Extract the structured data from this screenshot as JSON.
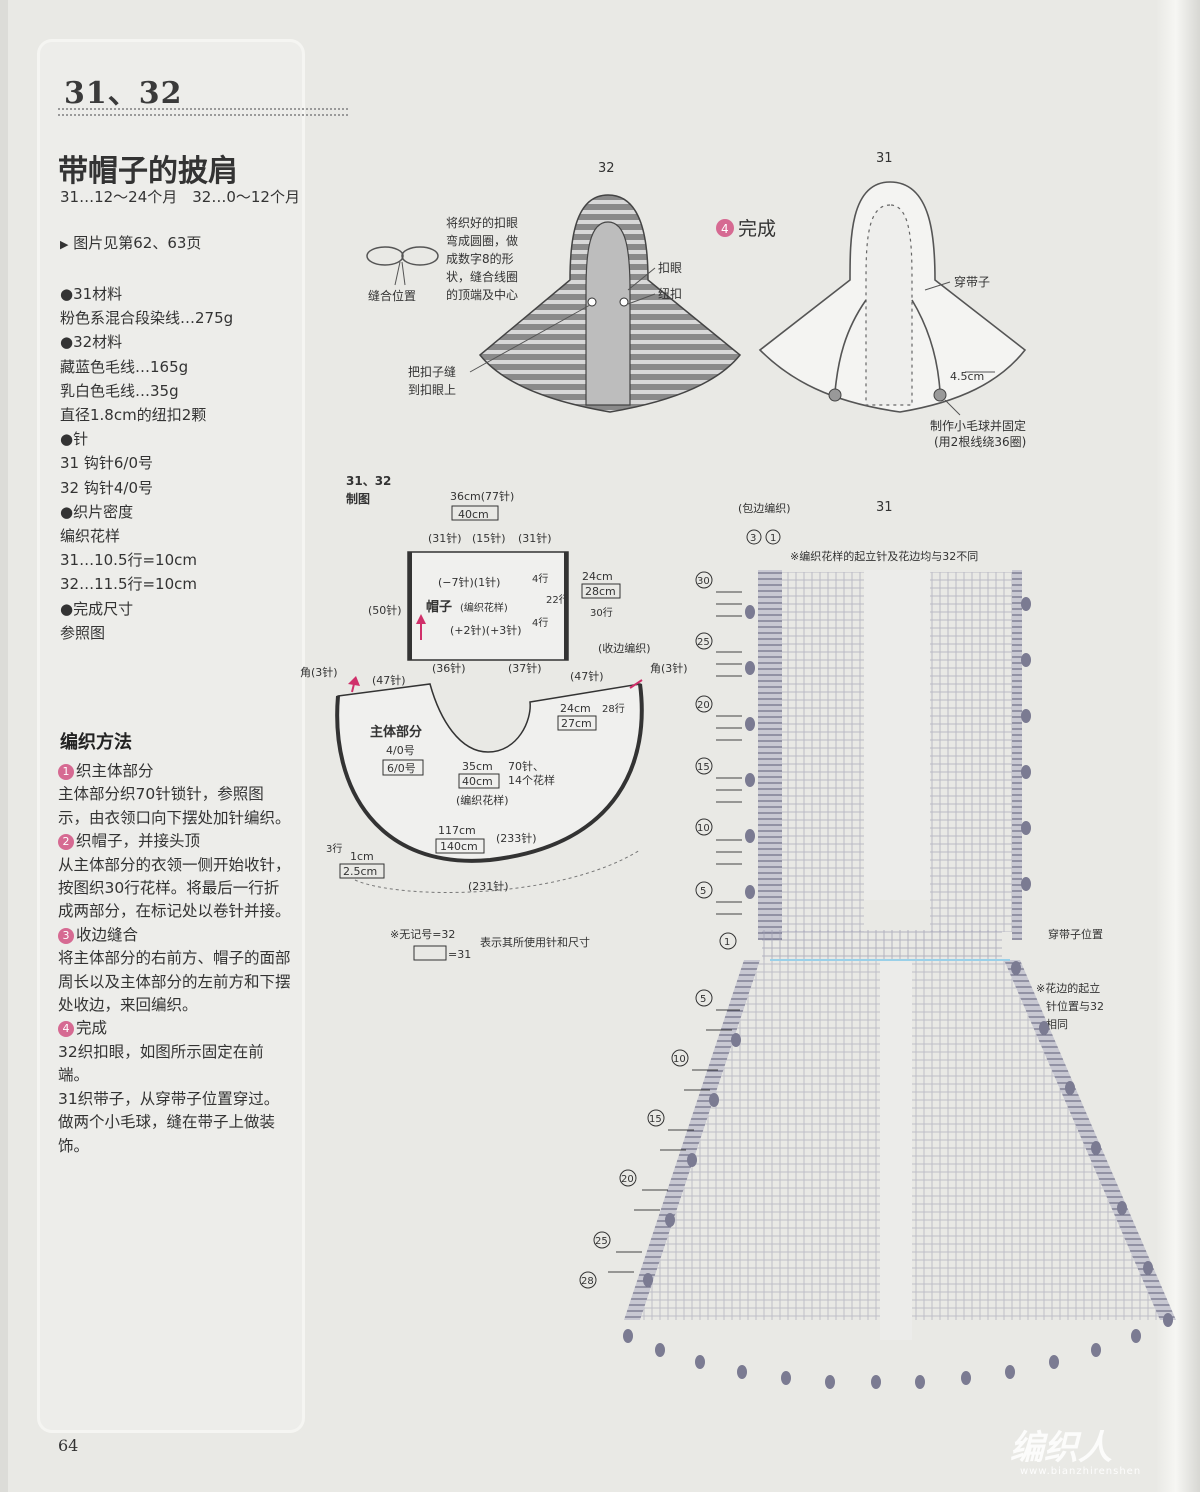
{
  "header": {
    "pattern_numbers": "31、32",
    "title": "带帽子的披肩",
    "ages": "31…12～24个月　32…0～12个月",
    "picture_ref": "图片见第62、63页"
  },
  "materials": [
    "●31材料",
    "粉色系混合段染线…275g",
    "●32材料",
    "藏蓝色毛线…165g",
    "乳白色毛线…35g",
    "直径1.8cm的纽扣2颗",
    "●针",
    "31 钩针6/0号",
    "32 钩针4/0号",
    "●织片密度",
    "编织花样",
    "31…10.5行=10cm",
    "32…11.5行=10cm",
    "●完成尺寸",
    "参照图"
  ],
  "method": {
    "title": "编织方法",
    "steps": [
      {
        "num": "1",
        "head": "织主体部分",
        "body": "主体部分织70针锁针，参照图示，由衣领口向下摆处加针编织。"
      },
      {
        "num": "2",
        "head": "织帽子，并接头顶",
        "body": "从主体部分的衣领一侧开始收针，按图织30行花样。将最后一行折成两部分，在标记处以卷针并接。"
      },
      {
        "num": "3",
        "head": "收边缝合",
        "body": "将主体部分的右前方、帽子的面部周长以及主体部分的左前方和下摆处收边，来回编织。"
      },
      {
        "num": "4",
        "head": "完成",
        "body": "32织扣眼，如图所示固定在前端。"
      }
    ],
    "extra": "31织带子，从穿带子位置穿过。做两个小毛球，缝在带子上做装饰。"
  },
  "page_number": "64",
  "watermark": {
    "text": "编织人",
    "url": "www.bianzhirenshen"
  },
  "fig32": {
    "label": "32",
    "note": "将织好的扣眼弯成圆圈，做成数字8的形状，缝合线圈的顶端及中心",
    "sew_pos": "缝合位置",
    "buttonhole": "扣眼",
    "button": "纽扣",
    "sew_button": "把扣子缝到扣眼上"
  },
  "fig31": {
    "label": "31",
    "complete": "完成",
    "complete_num": "4",
    "tie": "穿带子",
    "size": "4.5cm",
    "pompom": "制作小毛球并固定",
    "pompom2": "(用2根线绕36圈)"
  },
  "schematic": {
    "title": "31、32",
    "subtitle": "制图",
    "hood_width": "36cm(77针)",
    "hood_width_31": "40cm",
    "st31a": "(31针)",
    "st15": "(15针)",
    "st31b": "(31针)",
    "dec": "(−7针)(1针)",
    "inc": "(+2针)(+3针)",
    "hood": "帽子",
    "hood_pattern": "(编织花样)",
    "rows4a": "4行",
    "rows22": "22行",
    "rows4b": "4行",
    "hood_h": "24cm",
    "hood_h_31": "28cm",
    "rows30": "30行",
    "st50": "(50针)",
    "st36": "(36针)",
    "st37": "(37针)",
    "edge": "(收边编织)",
    "corner_l": "角(3针)",
    "corner_r": "角(3针)",
    "st47l": "(47针)",
    "st47r": "(47针)",
    "body": "主体部分",
    "hook4": "4/0号",
    "hook6": "6/0号",
    "h24": "24cm",
    "h27": "27cm",
    "rows28": "28行",
    "neck": "35cm",
    "neck_31": "40cm",
    "neck_st": "70针、",
    "neck_pat": "14个花样",
    "body_pat": "(编织花样)",
    "hem": "117cm",
    "hem_31": "140cm",
    "st233": "(233针)",
    "st231": "(231针)",
    "rows3": "3行",
    "edge_w": "1cm",
    "edge_w_31": "2.5cm",
    "legend1": "※无记号=32",
    "legend2": "=31",
    "legend3": "表示其所使用针和尺寸"
  },
  "chart31": {
    "label": "31",
    "edge_top": "(包边编织)",
    "edge_note": "※编织花样的起立针及花边均与32不同",
    "tie_pos": "穿带子位置",
    "note2": "※花边的起立针位置与32相同",
    "rows_top": [
      "30",
      "25",
      "20",
      "15",
      "10",
      "5",
      "1"
    ],
    "rows_bottom": [
      "5",
      "10",
      "15",
      "20",
      "25",
      "28"
    ],
    "top_marks": [
      "3",
      "1"
    ]
  }
}
